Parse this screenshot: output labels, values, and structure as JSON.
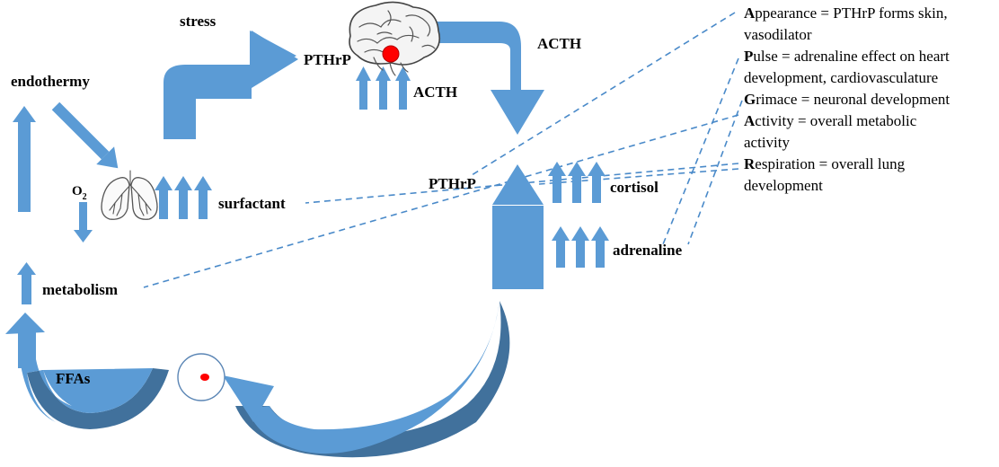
{
  "labels": {
    "stress": "stress",
    "acth_top": "ACTH",
    "pthrp_brain": "PTHrP",
    "acth_brain": "ACTH",
    "endothermy": "endothermy",
    "o2_main": "O",
    "o2_sub": "2",
    "surfactant": "surfactant",
    "pthrp_adrenal": "PTHrP",
    "cortisol": "cortisol",
    "adrenaline": "adrenaline",
    "metabolism": "metabolism",
    "ffas": "FFAs"
  },
  "apgar": [
    {
      "initial": "A",
      "rest": "ppearance = PTHrP forms skin,"
    },
    {
      "initial": "",
      "rest": "vasodilator"
    },
    {
      "initial": "P",
      "rest": "ulse = adrenaline effect on heart"
    },
    {
      "initial": "",
      "rest": "development, cardiovasculature"
    },
    {
      "initial": "G",
      "rest": "rimace = neuronal development"
    },
    {
      "initial": "A",
      "rest": "ctivity = overall metabolic"
    },
    {
      "initial": "",
      "rest": "activity"
    },
    {
      "initial": "R",
      "rest": "espiration = overall lung"
    },
    {
      "initial": "",
      "rest": "development"
    }
  ],
  "icons": {
    "brain": "brain-icon",
    "lungs": "lungs-icon",
    "adipocyte": "fat-cell-icon"
  },
  "colors": {
    "arrow": "#5b9bd5",
    "arrow_dark": "#41719c",
    "dashed_link": "#4a8ac9",
    "hormone_dot": "#ff0000"
  }
}
